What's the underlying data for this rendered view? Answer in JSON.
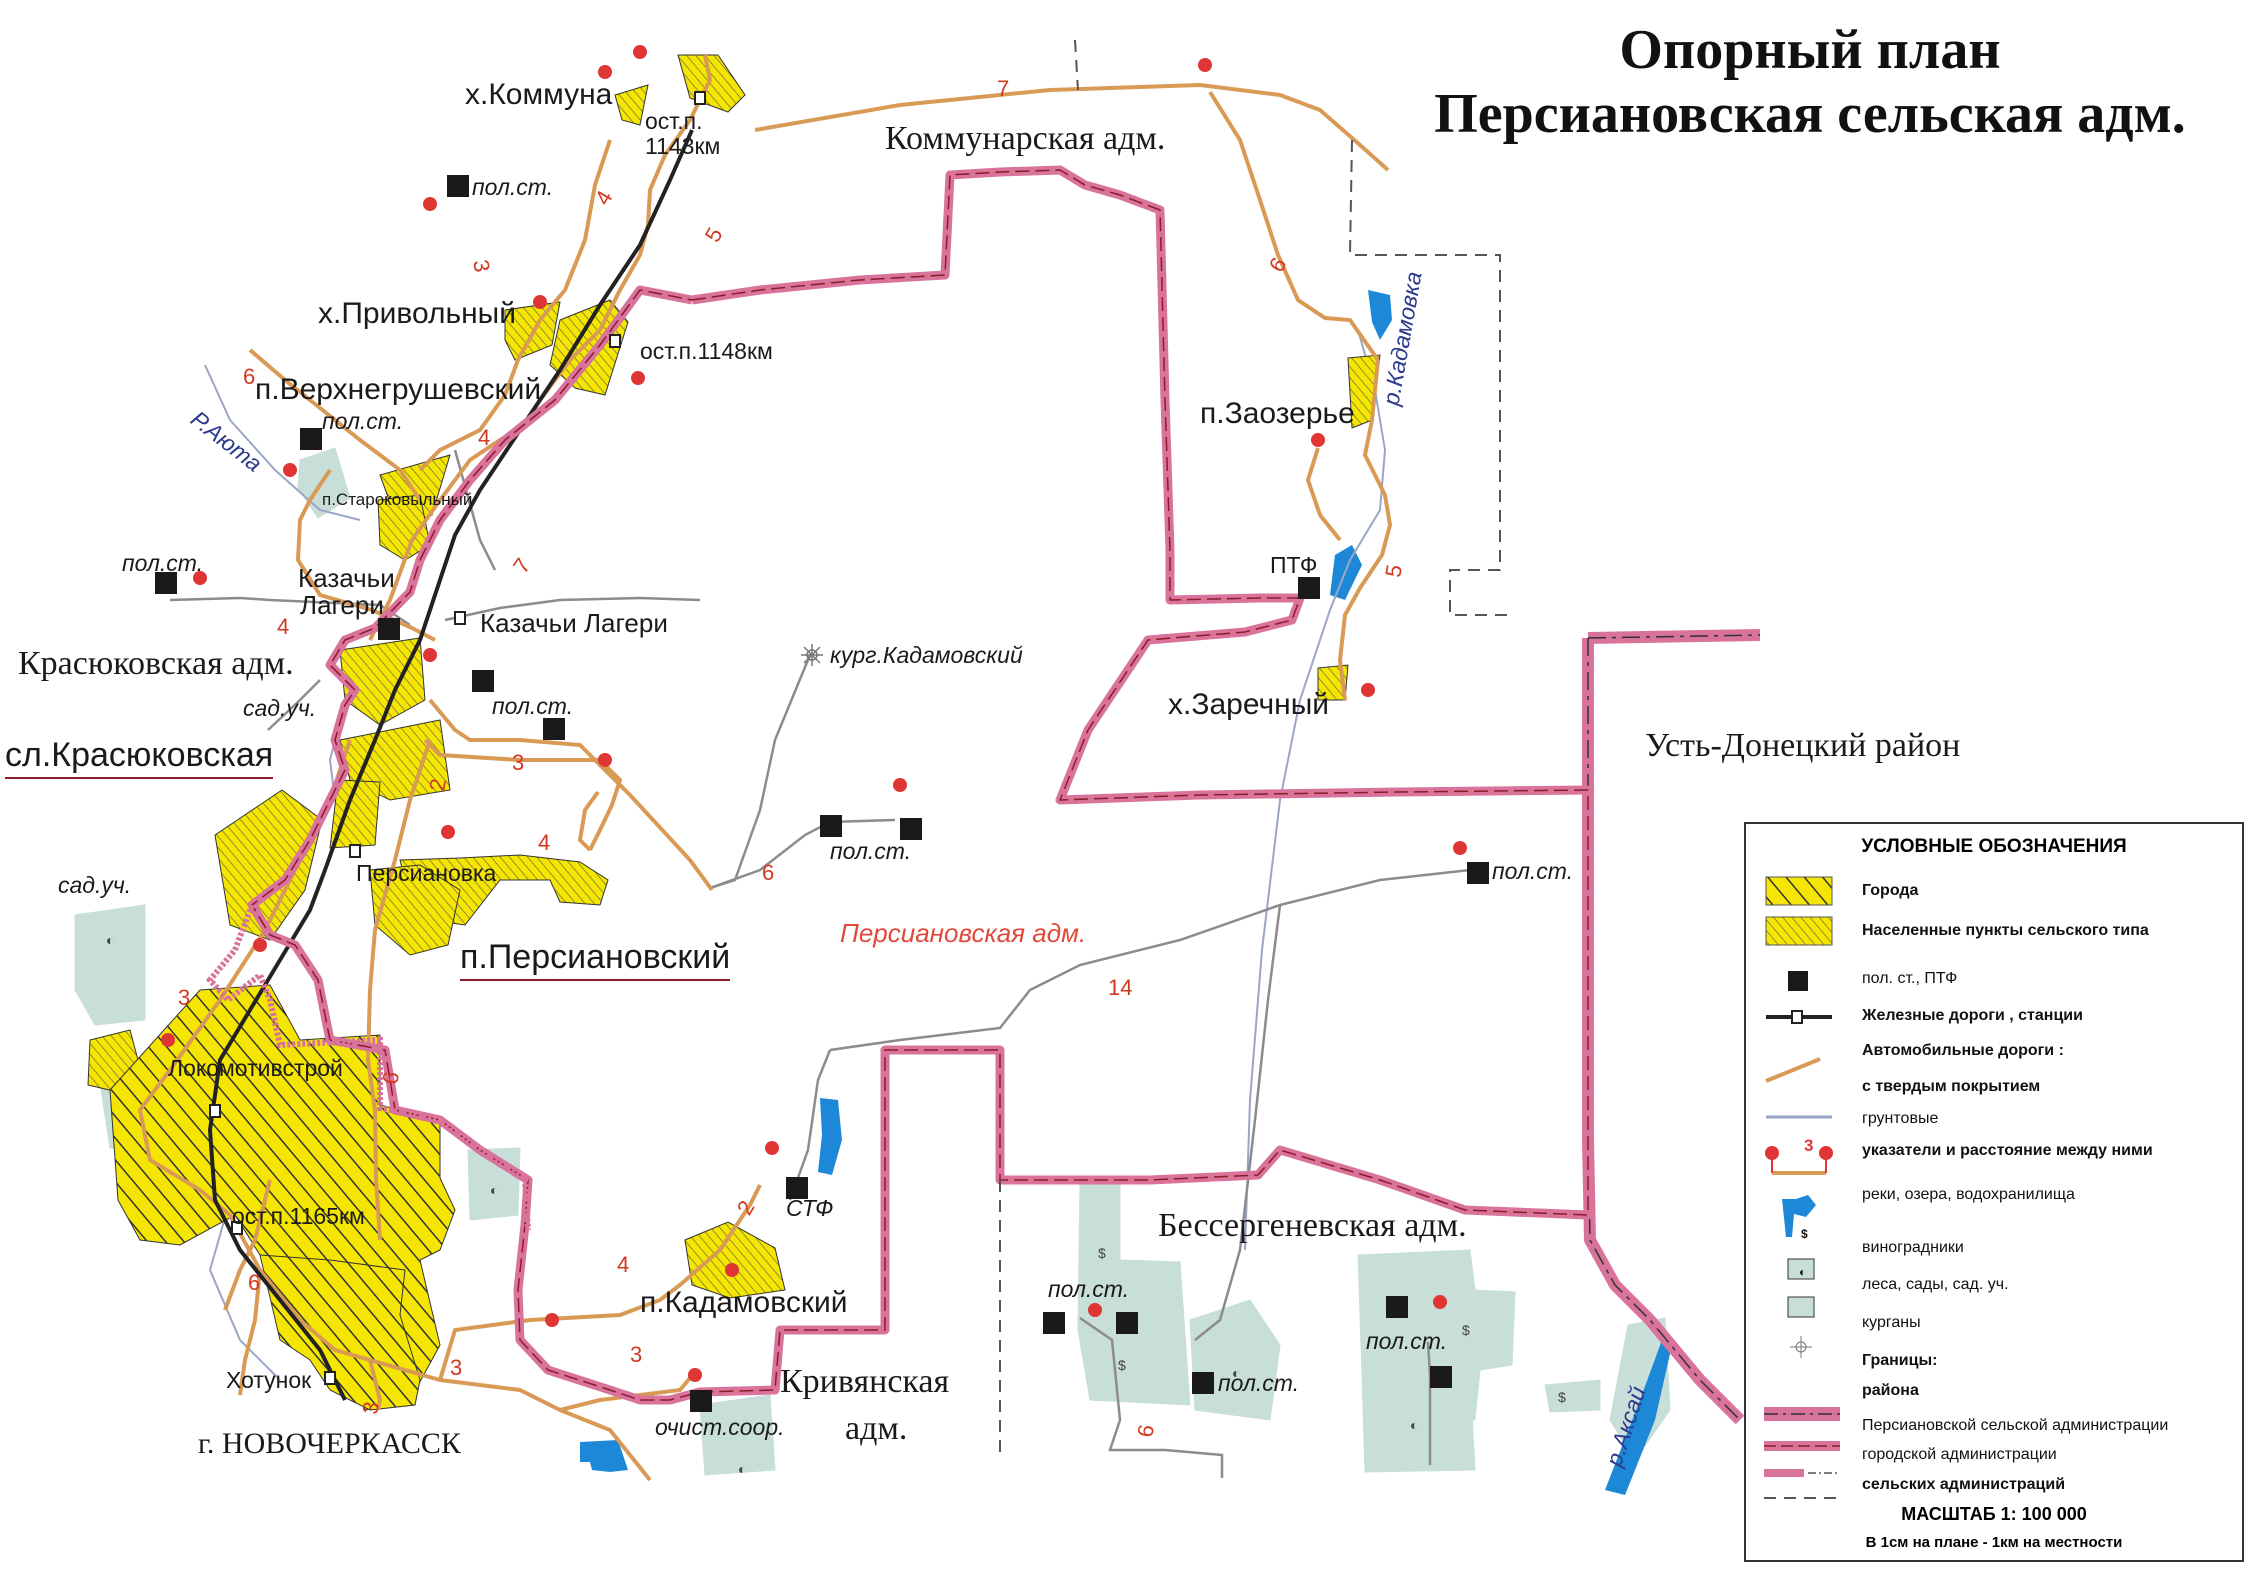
{
  "title": {
    "line1": "Опорный план",
    "line2": "Персиановская сельская адм."
  },
  "settlements": {
    "kommuna": "х.Коммуна",
    "privolny": "х.Привольный",
    "verkhnegrushevsky": "п.Верхнегрушевский",
    "starokovylny": "п.Староковыльный",
    "kazachi_lageri_1": "Казачьи",
    "kazachi_lageri_2": "Лагери",
    "kazachi_lageri_station": "Казачьи Лагери",
    "krasyukovskaya": "сл.Красюковская",
    "persianovka": "Персиановка",
    "persianovsky": "п.Персиановский",
    "lokomotivstroy": "Локомотивстрой",
    "khotunok": "Хотунок",
    "novocherkassk": "г. НОВОЧЕРКАССК",
    "kadamovsky": "п.Кадамовский",
    "zaozerye": "п.Заозерье",
    "zarechny": "х.Заречный"
  },
  "administrations": {
    "kommunarskaya": "Коммунарская адм.",
    "krasyukovskaya": "Красюковская адм.",
    "persianovskaya": "Персиановская адм.",
    "ust_donetsky": "Усть-Донецкий район",
    "bessergenevskaya": "Бессергеневская адм.",
    "krivyanskaya_1": "Кривянская",
    "krivyanskaya_2": "адм."
  },
  "stops": {
    "s1143_1": "ост.п.",
    "s1143_2": "1143км",
    "s1148": "ост.п.1148км",
    "s1165": "ост.п.1165км"
  },
  "features": {
    "pol_st": "пол.ст.",
    "sad_uch": "сад.уч.",
    "kurgan": "кург.Кадамовский",
    "ptf": "ПТФ",
    "stf": "СТФ",
    "ochist": "очист.соор."
  },
  "rivers": {
    "ayuta": "Р.Аюта",
    "kadamovka": "р.Кадамовка",
    "aksai": "р.Аксай"
  },
  "road_numbers": {
    "r7a": "7",
    "r4a": "4",
    "r5a": "5",
    "r3a": "3",
    "r6a": "6",
    "r4b": "4",
    "r7b": "7",
    "r4c": "4",
    "r2a": "2",
    "r3b": "3",
    "r4d": "4",
    "r6b": "6",
    "r3c": "3",
    "r6c": "6",
    "r14": "14",
    "r2b": "2",
    "r4e": "4",
    "r3d": "3",
    "r6d": "6",
    "r3e": "3",
    "r3f": "3",
    "r6e": "6",
    "r5b": "5",
    "r6f": "6"
  },
  "legend": {
    "title": "УСЛОВНЫЕ ОБОЗНАЧЕНИЯ",
    "cities": "Города",
    "rural": "Населенные пункты сельского типа",
    "field_camps": "пол. ст., ПТФ",
    "railways": "Железные дороги , станции",
    "roads_header": "Автомобильные дороги :",
    "paved": "с твердым покрытием",
    "dirt": "грунтовые",
    "signs": "указатели и расстояние между ними",
    "sign_number": "3",
    "water": "реки, озера, водохранилища",
    "vineyards": "виноградники",
    "forests": "леса, сады, сад. уч.",
    "mounds": "курганы",
    "borders_header": "Границы:",
    "district": "района",
    "persianovskaya_border": "Персиановской сельской администрации",
    "city_border": "городской администрации",
    "rural_border": "сельских администраций",
    "scale": "МАСШТАБ  1: 100 000",
    "scale_note": "В 1см на плане - 1км на местности"
  },
  "colors": {
    "settlement_fill": "#f5e600",
    "district_border": "#d9739b",
    "paved_road": "#d99a55",
    "dirt_road": "#8c8c8c",
    "water": "#1e88d8",
    "forest": "#c8ded8",
    "marker": "#e03535",
    "admin_label": "#e04a3c"
  }
}
